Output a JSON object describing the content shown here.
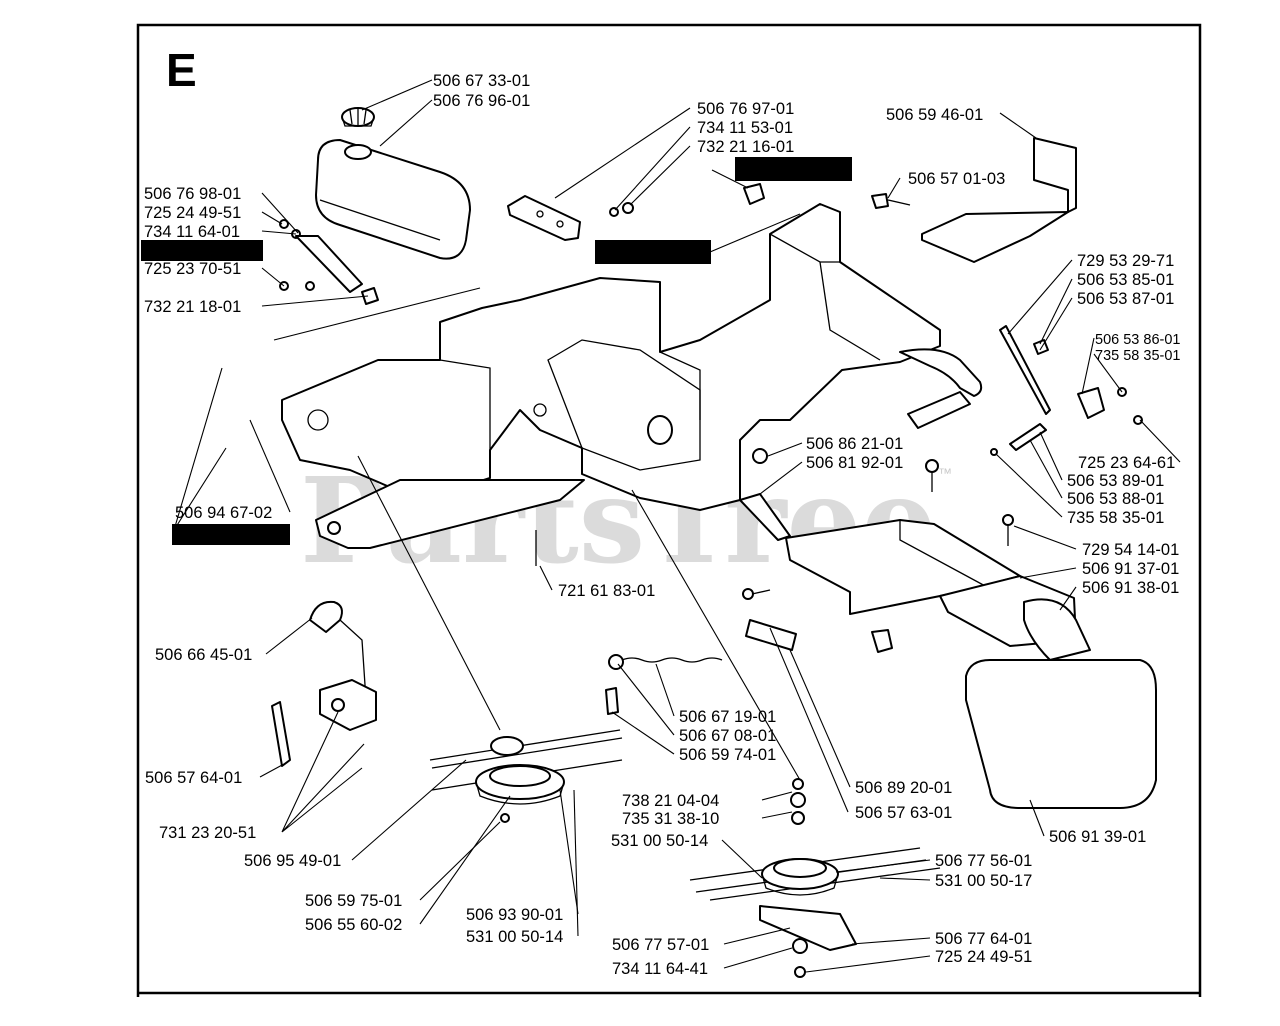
{
  "section": {
    "letter": "E"
  },
  "watermark": {
    "text": "PartsTree",
    "tm": "™"
  },
  "labels": [
    {
      "id": "l1",
      "text": "506 67 33-01"
    },
    {
      "id": "l2",
      "text": "506 76 96-01"
    },
    {
      "id": "l3",
      "text": "506 76 97-01"
    },
    {
      "id": "l4",
      "text": "734 11 53-01"
    },
    {
      "id": "l5",
      "text": "732 21 16-01"
    },
    {
      "id": "l6",
      "text": "506 59 46-01"
    },
    {
      "id": "l7",
      "text": "506 57 01-03"
    },
    {
      "id": "l8",
      "text": "506 76 98-01"
    },
    {
      "id": "l9",
      "text": "725 24 49-51"
    },
    {
      "id": "l10",
      "text": "734 11 64-01"
    },
    {
      "id": "l11",
      "text": "725 23 70-51"
    },
    {
      "id": "l12",
      "text": "732 21 18-01"
    },
    {
      "id": "l13",
      "text": "729 53 29-71"
    },
    {
      "id": "l14",
      "text": "506 53 85-01"
    },
    {
      "id": "l15",
      "text": "506 53 87-01"
    },
    {
      "id": "l16",
      "text": "506 53 86-01"
    },
    {
      "id": "l17",
      "text": "735 58 35-01"
    },
    {
      "id": "l18",
      "text": "725 23 64-61"
    },
    {
      "id": "l19",
      "text": "506 53 89-01"
    },
    {
      "id": "l20",
      "text": "506 53 88-01"
    },
    {
      "id": "l21",
      "text": "735 58 35-01"
    },
    {
      "id": "l22",
      "text": "506 86 21-01"
    },
    {
      "id": "l23",
      "text": "506 81 92-01"
    },
    {
      "id": "l24",
      "text": "506 94 67-02"
    },
    {
      "id": "l25",
      "text": "729 54 14-01"
    },
    {
      "id": "l26",
      "text": "506 91 37-01"
    },
    {
      "id": "l27",
      "text": "506 91 38-01"
    },
    {
      "id": "l28",
      "text": "721 61 83-01"
    },
    {
      "id": "l29",
      "text": "506 66 45-01"
    },
    {
      "id": "l30",
      "text": "506 67 19-01"
    },
    {
      "id": "l31",
      "text": "506 67 08-01"
    },
    {
      "id": "l32",
      "text": "506 59 74-01"
    },
    {
      "id": "l33",
      "text": "506 57 64-01"
    },
    {
      "id": "l34",
      "text": "506 89 20-01"
    },
    {
      "id": "l35",
      "text": "506 57 63-01"
    },
    {
      "id": "l36",
      "text": "738 21 04-04"
    },
    {
      "id": "l37",
      "text": "735 31 38-10"
    },
    {
      "id": "l38",
      "text": "731 23 20-51"
    },
    {
      "id": "l39",
      "text": "506 91 39-01"
    },
    {
      "id": "l40",
      "text": "531 00 50-14"
    },
    {
      "id": "l41",
      "text": "506 95 49-01"
    },
    {
      "id": "l42",
      "text": "506 77 56-01"
    },
    {
      "id": "l43",
      "text": "531 00 50-17"
    },
    {
      "id": "l44",
      "text": "506 59 75-01"
    },
    {
      "id": "l45",
      "text": "506 55 60-02"
    },
    {
      "id": "l46",
      "text": "506 93 90-01"
    },
    {
      "id": "l47",
      "text": "531 00 50-14"
    },
    {
      "id": "l48",
      "text": "506 77 57-01"
    },
    {
      "id": "l49",
      "text": "506 77 64-01"
    },
    {
      "id": "l50",
      "text": "734 11 64-41"
    },
    {
      "id": "l51",
      "text": "725 24 49-51"
    }
  ]
}
